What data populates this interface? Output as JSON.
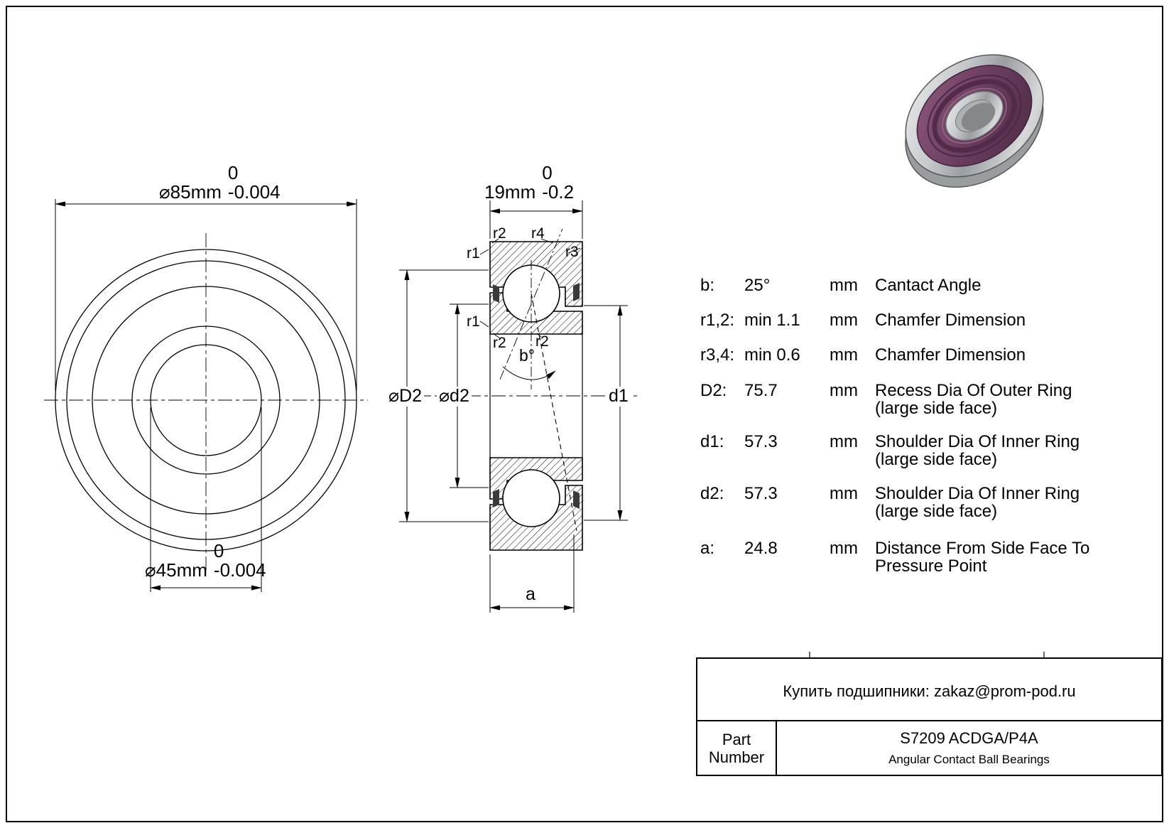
{
  "front_view": {
    "outer_dim": {
      "symbol": "⌀",
      "value": "85mm",
      "tol_upper": "0",
      "tol_lower": "-0.004"
    },
    "bore_dim": {
      "symbol": "⌀",
      "value": "45mm",
      "tol_upper": "0",
      "tol_lower": "-0.004"
    }
  },
  "section_view": {
    "width_dim": {
      "value": "19mm",
      "tol_upper": "0",
      "tol_lower": "-0.2"
    },
    "chamfer_labels": {
      "top_left": "r2",
      "top_right": "r4",
      "upper_left": "r1",
      "upper_right": "r3",
      "lower_left": "r1",
      "bottom_left": "r2",
      "bottom_right": "r2"
    },
    "angle_label": "b°",
    "dim_labels": {
      "recess": "⌀D2",
      "shoulder_left": "⌀d2",
      "shoulder_right": "d1",
      "pressure_distance": "a"
    }
  },
  "specs": {
    "rows": [
      {
        "param": "b:",
        "value": "25°",
        "unit": "mm",
        "desc": "Cantact Angle"
      },
      {
        "param": "r1,2:",
        "value": "min 1.1",
        "unit": "mm",
        "desc": "Chamfer Dimension"
      },
      {
        "param": "r3,4:",
        "value": "min 0.6",
        "unit": "mm",
        "desc": "Chamfer Dimension"
      },
      {
        "param": "D2:",
        "value": "75.7",
        "unit": "mm",
        "desc": "Recess Dia Of Outer Ring\n(large side face)"
      },
      {
        "param": "d1:",
        "value": "57.3",
        "unit": "mm",
        "desc": "Shoulder Dia Of Inner Ring\n(large side face)"
      },
      {
        "param": "d2:",
        "value": "57.3",
        "unit": "mm",
        "desc": "Shoulder Dia Of Inner Ring\n(large side face)"
      },
      {
        "param": "a:",
        "value": "24.8",
        "unit": "mm",
        "desc": "Distance From Side Face To\nPressure Point"
      }
    ]
  },
  "title_block": {
    "contact": "Купить подшипники: zakaz@prom-pod.ru",
    "part_label": "Part\nNumber",
    "part_number": "S7209 ACDGA/P4A",
    "category": "Angular Contact Ball Bearings"
  },
  "colors": {
    "line": "#000000",
    "background": "#ffffff",
    "seal_purple": "#6b3d5e",
    "metal_silver": "#c6c9cb"
  }
}
